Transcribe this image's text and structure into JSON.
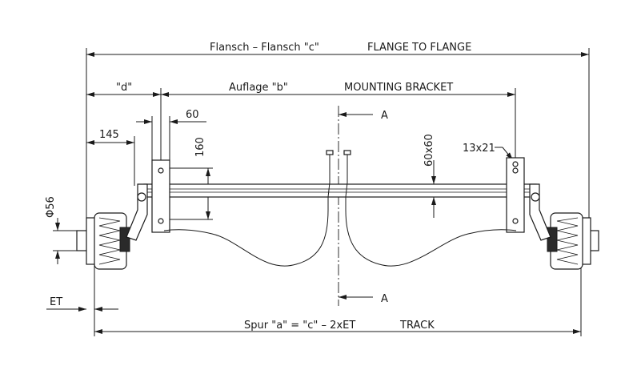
{
  "colors": {
    "line": "#1a1a1a",
    "background": "#ffffff"
  },
  "dimensions": {
    "flange_to_flange_de": "Flansch – Flansch \"c\"",
    "flange_to_flange_en": "FLANGE TO FLANGE",
    "d_label": "\"d\"",
    "mounting_bracket_de": "Auflage \"b\"",
    "mounting_bracket_en": "MOUNTING BRACKET",
    "dim_60": "60",
    "dim_145": "145",
    "dim_160": "160",
    "section_top": "A",
    "section_bottom": "A",
    "tube_size": "60x60",
    "hole_size": "13x21",
    "diameter": "Φ56",
    "et": "ET",
    "track_de": "Spur \"a\" = \"c\" – 2xET",
    "track_en": "TRACK"
  }
}
